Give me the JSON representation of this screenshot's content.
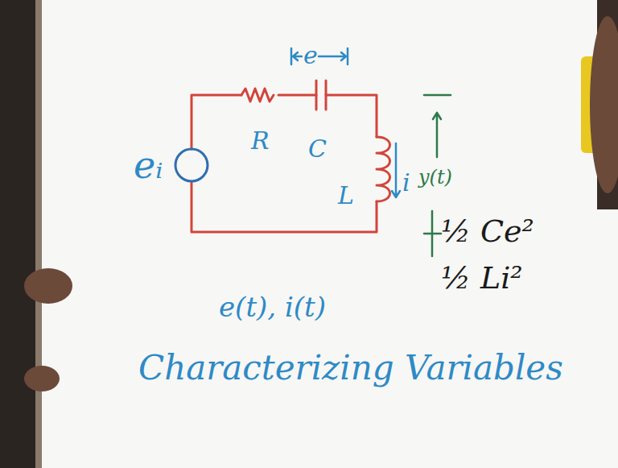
{
  "diagram": {
    "labels": [
      "e",
      "R",
      "C",
      "L",
      "eᵢ",
      "i",
      "y(t)",
      "½ Ce²",
      "½ Li²",
      "e(t), i(t)",
      "Characterizing Variables"
    ]
  }
}
